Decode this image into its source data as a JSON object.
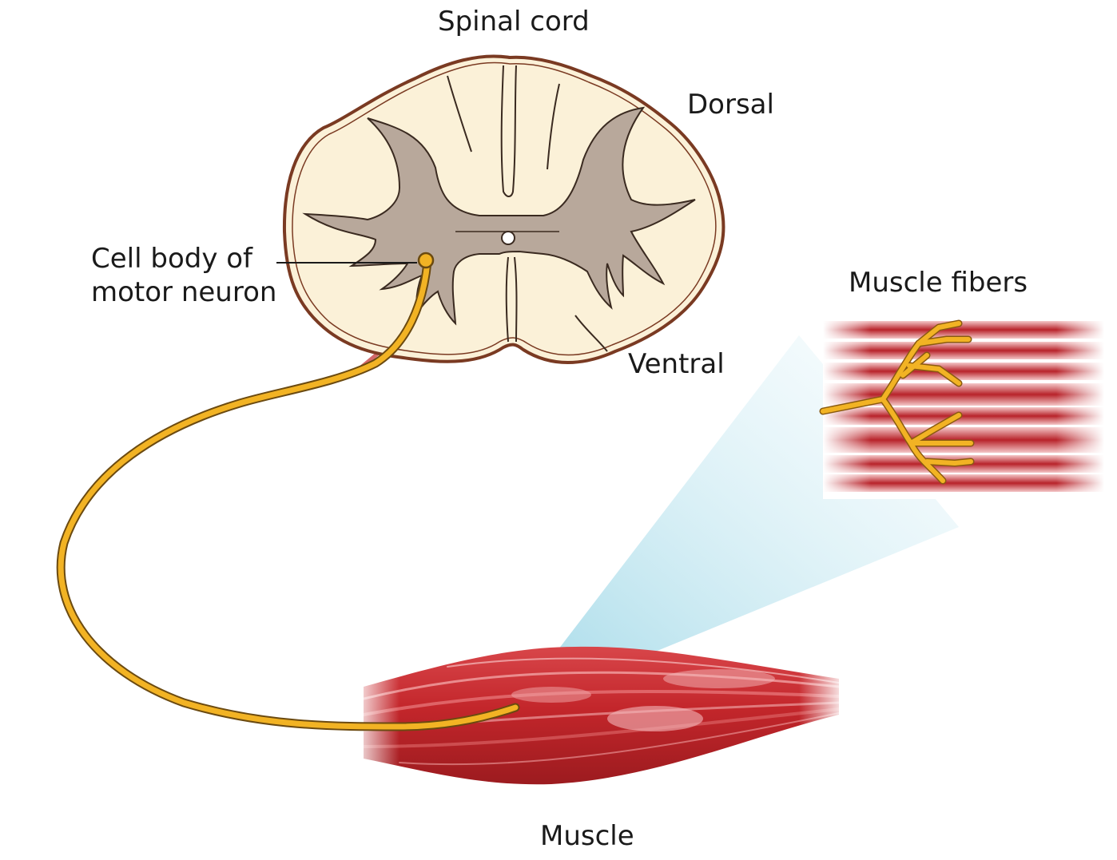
{
  "labels": {
    "spinal_cord": "Spinal cord",
    "dorsal": "Dorsal",
    "ventral": "Ventral",
    "cell_body_line1": "Cell body of",
    "cell_body_line2": "motor neuron",
    "muscle_fibers": "Muscle fibers",
    "muscle": "Muscle"
  },
  "colors": {
    "white_matter": "#fbf1d8",
    "outline": "#7a3a22",
    "gray_matter": "#b8a89b",
    "nerve": "#f2b324",
    "muscle_red": "#c0282a",
    "muscle_light": "#e87e80",
    "zoom_beam": "#a9dde9"
  }
}
